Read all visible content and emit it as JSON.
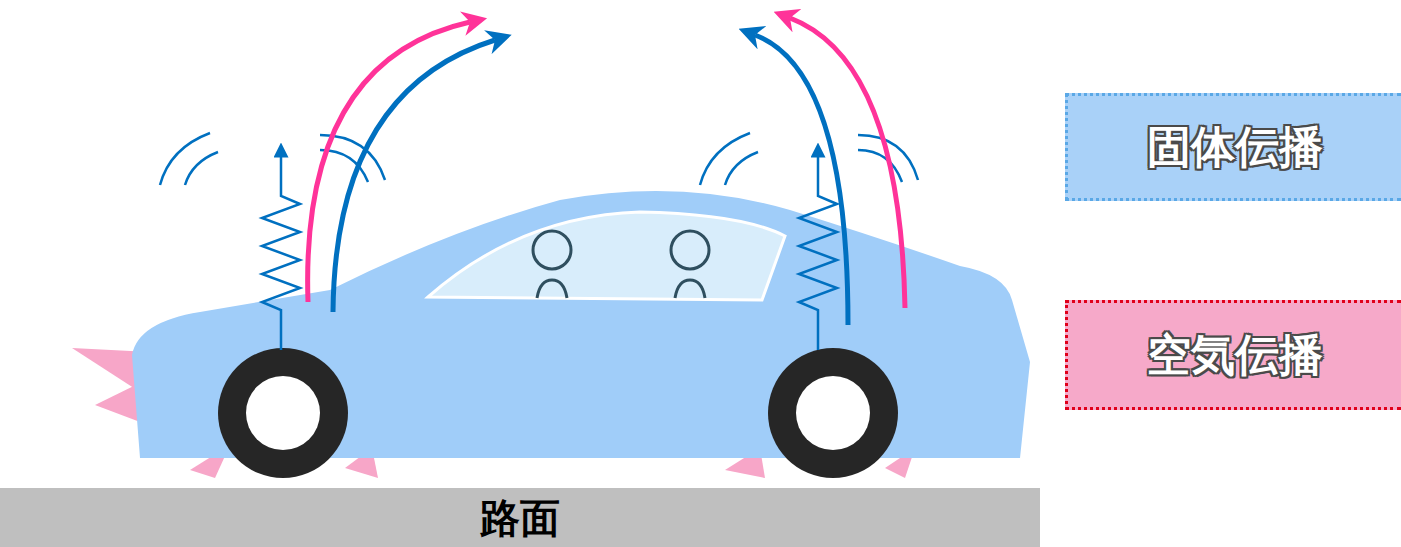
{
  "diagram": {
    "nodes": [
      {
        "text": [
          "路面"
        ]
      }
    ],
    "legend": [
      {
        "text": "固体伝播",
        "color": "#a9d1f8"
      },
      {
        "text": "空気伝播",
        "color": "#f6a9c9"
      }
    ]
  }
}
